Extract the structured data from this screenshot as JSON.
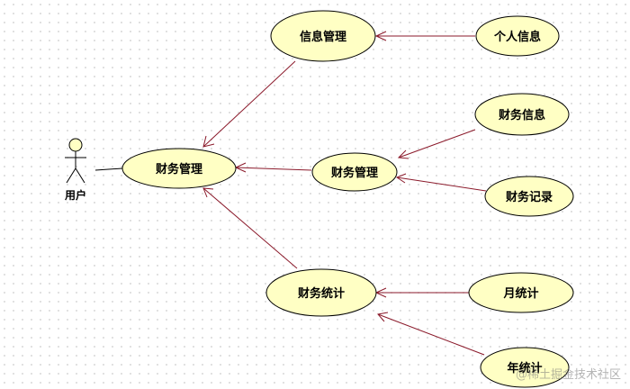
{
  "diagram": {
    "actor": {
      "label": "用户"
    },
    "use_cases": {
      "finance_main": "财务管理",
      "info_manage": "信息管理",
      "personal_info": "个人信息",
      "finance_manage": "财务管理",
      "finance_info": "财务信息",
      "finance_record": "财务记录",
      "finance_stats": "财务统计",
      "monthly_stats": "月统计",
      "yearly_stats": "年统计"
    },
    "colors": {
      "use_case_fill": "#ffffc4",
      "association": "#8b1a2b",
      "outline": "#000000"
    }
  },
  "watermark": "@稀土掘金技术社区"
}
